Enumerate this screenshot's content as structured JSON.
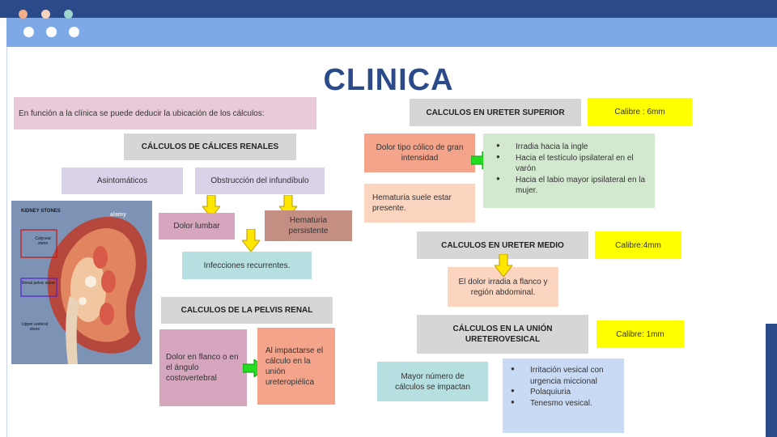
{
  "title": "CLINICA",
  "intro": "En función a la clínica se puede deducir la ubicación de los cálculos:",
  "renal_calices": {
    "heading": "CÁLCULOS DE CÁLICES RENALES",
    "asintomaticos": "Asintomáticos",
    "obstruccion": "Obstrucción del infundíbulo",
    "dolor_lumbar": "Dolor lumbar",
    "hematuria": "Hematuria persistente",
    "infecciones": "Infecciones recurrentes."
  },
  "pelvis_renal": {
    "heading": "CALCULOS DE LA PELVIS RENAL",
    "dolor": "Dolor en flanco o en el ángulo costovertebral",
    "impactarse": "Al impactarse el cálculo en la unión ureteropiélica"
  },
  "ureter_superior": {
    "heading": "CALCULOS EN  URETER SUPERIOR",
    "calibre": "Calibre : 6mm",
    "dolor": "Dolor tipo cólico de gran intensidad",
    "hematuria": "Hematuria suele estar presente.",
    "bullets": [
      "Irradia hacia la ingle",
      "Hacia el testículo ipsilateral en el varón",
      " Hacia el labio mayor ipsilateral en la mujer."
    ]
  },
  "ureter_medio": {
    "heading": "CALCULOS EN URETER MEDIO",
    "calibre": "Calibre:4mm",
    "dolor": "El dolor irradia a flanco y región abdominal."
  },
  "union": {
    "heading": "CÁLCULOS EN LA UNIÓN URETEROVESICAL",
    "calibre": "Calibre: 1mm",
    "mayor": "Mayor número de cálculos se impactan",
    "bullets": [
      "Irritación vesical con urgencia miccional",
      "Polaquiuria",
      "Tenesmo vesical."
    ]
  },
  "image": {
    "header": "KIDNEY STONES",
    "calyceal": "Calyceal stone",
    "renal_pelvic": "Renal pelvic stone",
    "upper_ureteral": "Upper ureteral stone",
    "watermark": "alamy"
  },
  "colors": {
    "accent": "#2b4a8a",
    "arrow_yellow": "#ffe600",
    "arrow_green": "#22dd22"
  }
}
